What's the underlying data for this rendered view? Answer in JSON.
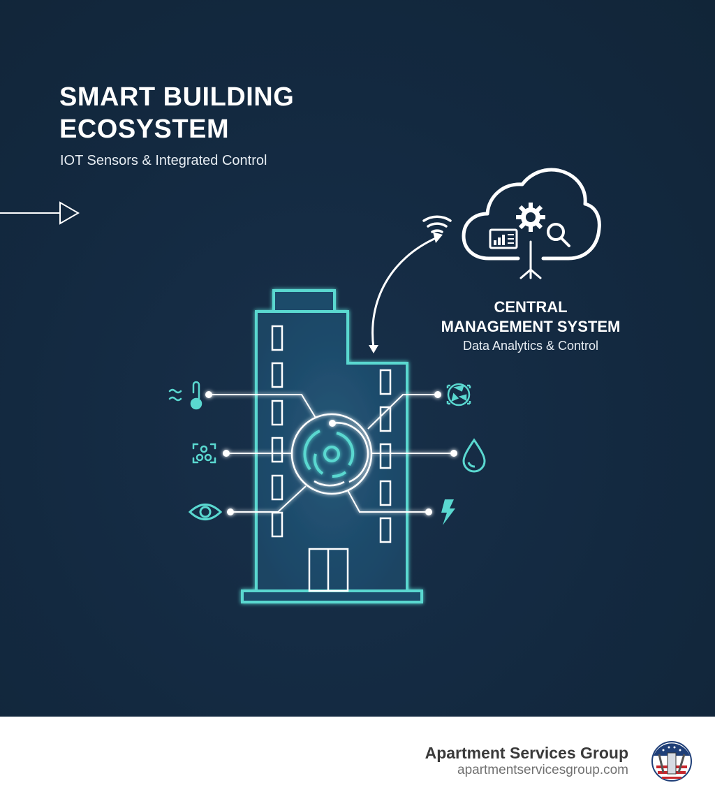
{
  "header": {
    "title_line1": "SMART BUILDING",
    "title_line2": "ECOSYSTEM",
    "subtitle": "IOT Sensors & Integrated Control"
  },
  "central_system": {
    "title_line1": "CENTRAL",
    "title_line2": "MANAGEMENT SYSTEM",
    "subtitle": "Data Analytics & Control",
    "icons": [
      "cloud-icon",
      "gear-icon",
      "dashboard-chart-icon",
      "magnifier-icon",
      "network-node-icon"
    ]
  },
  "connection": {
    "icons": [
      "wifi-icon",
      "bidirectional-arrow-icon"
    ]
  },
  "sensors": {
    "left": [
      {
        "name": "temperature-humidity-sensor",
        "icon": "thermometer-waves-icon"
      },
      {
        "name": "occupancy-sensor",
        "icon": "people-scan-icon"
      },
      {
        "name": "vision-sensor",
        "icon": "eye-icon"
      }
    ],
    "right": [
      {
        "name": "hvac-fan-sensor",
        "icon": "fan-icon"
      },
      {
        "name": "water-sensor",
        "icon": "water-drop-icon"
      },
      {
        "name": "energy-sensor",
        "icon": "lightning-icon"
      }
    ]
  },
  "building": {
    "icon": "building-icon",
    "hub_icon": "iot-hub-icon"
  },
  "colors": {
    "background": "#142a40",
    "accent": "#5ad8d0",
    "building_fill": "#1d4a6a",
    "text": "#ffffff",
    "footer_bg": "#ffffff"
  },
  "footer": {
    "company": "Apartment Services Group",
    "url": "apartmentservicesgroup.com",
    "logo": "apartment-services-logo"
  }
}
